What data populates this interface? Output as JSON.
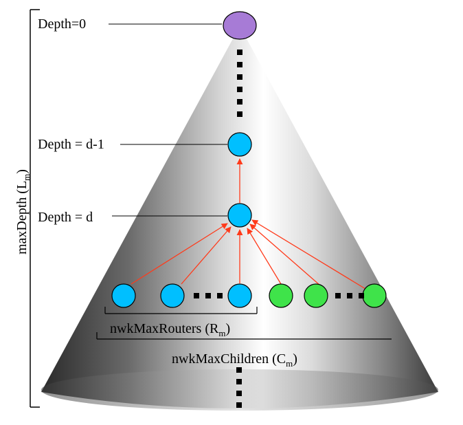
{
  "labels": {
    "depth0": "Depth=0",
    "depth_d_minus_1": "Depth = d-1",
    "depth_d": "Depth = d",
    "max_depth": "maxDepth (L",
    "max_depth_sub": "m",
    "max_depth_close": ")",
    "max_routers": "nwkMaxRouters (R",
    "max_routers_sub": "m",
    "max_routers_close": ")",
    "max_children": "nwkMaxChildren (C",
    "max_children_sub": "m",
    "max_children_close": ")"
  },
  "colors": {
    "root_node": "#a77bd6",
    "router_node": "#00bfff",
    "end_device_node": "#3fe34a",
    "arrow": "#ff3a1a",
    "dots": "#000000",
    "lines": "#000000"
  },
  "tree": {
    "root": {
      "type": "root"
    },
    "parent_d_minus_1": {
      "type": "router"
    },
    "parent_d": {
      "type": "router"
    },
    "children": [
      {
        "type": "router"
      },
      {
        "type": "router"
      },
      {
        "type": "router"
      },
      {
        "type": "end-device"
      },
      {
        "type": "end-device"
      },
      {
        "type": "end-device"
      }
    ]
  }
}
